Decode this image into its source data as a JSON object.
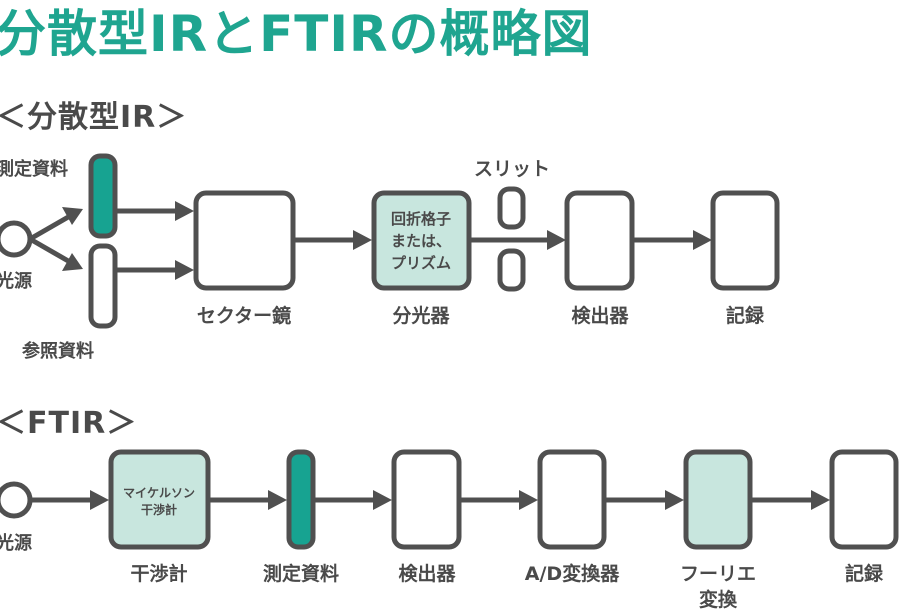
{
  "title": "分散型IRとFTIRの概略図",
  "colors": {
    "accent": "#1fa590",
    "sample_fill": "#17a391",
    "light_fill": "#c8e6de",
    "stroke": "#505050",
    "text": "#4a4a4a"
  },
  "dispersive": {
    "heading": "＜分散型IR＞",
    "light_source": "光源",
    "sample": "測定資料",
    "reference": "参照資料",
    "sector_mirror": "セクター鏡",
    "monochromator": "分光器",
    "monochromator_inner": [
      "回折格子",
      "または、",
      "プリズム"
    ],
    "slit": "スリット",
    "detector": "検出器",
    "recorder": "記録"
  },
  "ftir": {
    "heading": "＜FTIR＞",
    "light_source": "光源",
    "interferometer": "干渉計",
    "interferometer_inner": [
      "マイケルソン",
      "干渉計"
    ],
    "sample": "測定資料",
    "detector": "検出器",
    "ad_converter": "A/D変換器",
    "fourier": [
      "フーリエ",
      "変換"
    ],
    "recorder": "記録"
  }
}
